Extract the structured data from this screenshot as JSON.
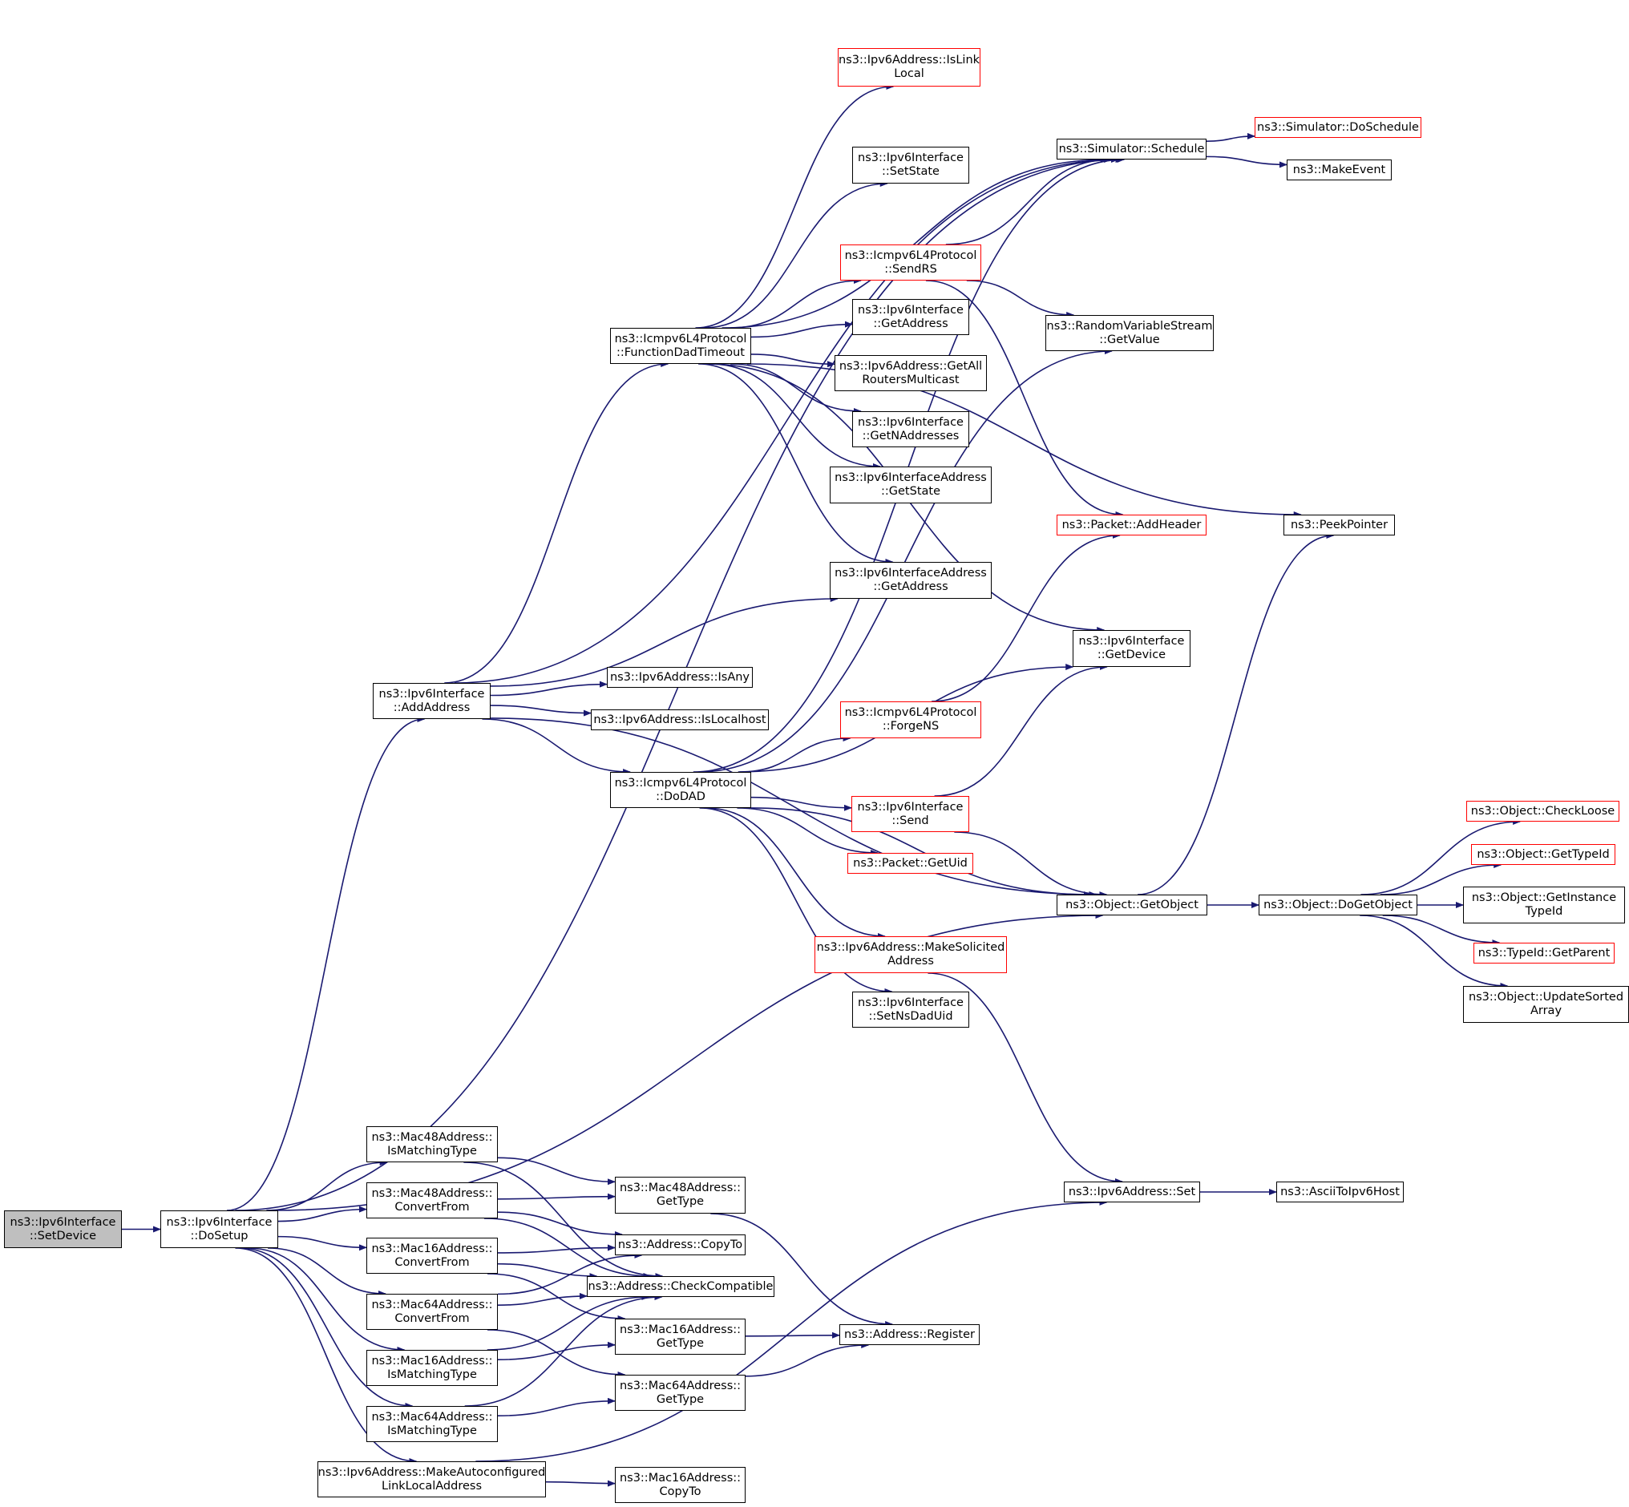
{
  "diagram": {
    "edge_color": "#191970",
    "colors": {
      "default_border": "#000000",
      "truncated_border": "#ff0000",
      "root_fill": "#bfbfbf"
    },
    "nodes": {
      "set_device": {
        "lines": [
          "ns3::Ipv6Interface",
          "::SetDevice"
        ],
        "style": "root"
      },
      "do_setup": {
        "lines": [
          "ns3::Ipv6Interface",
          "::DoSetup"
        ],
        "style": "normal"
      },
      "add_address": {
        "lines": [
          "ns3::Ipv6Interface",
          "::AddAddress"
        ],
        "style": "normal"
      },
      "function_dad_timeout": {
        "lines": [
          "ns3::Icmpv6L4Protocol",
          "::FunctionDadTimeout"
        ],
        "style": "normal"
      },
      "do_dad": {
        "lines": [
          "ns3::Icmpv6L4Protocol",
          "::DoDAD"
        ],
        "style": "normal"
      },
      "is_link_local": {
        "lines": [
          "ns3::Ipv6Address::IsLink",
          "Local"
        ],
        "style": "red"
      },
      "if_set_state": {
        "lines": [
          "ns3::Ipv6Interface",
          "::SetState"
        ],
        "style": "normal"
      },
      "send_rs": {
        "lines": [
          "ns3::Icmpv6L4Protocol",
          "::SendRS"
        ],
        "style": "red"
      },
      "if_get_address": {
        "lines": [
          "ns3::Ipv6Interface",
          "::GetAddress"
        ],
        "style": "normal"
      },
      "get_all_routers": {
        "lines": [
          "ns3::Ipv6Address::GetAll",
          "RoutersMulticast"
        ],
        "style": "normal"
      },
      "get_n_addresses": {
        "lines": [
          "ns3::Ipv6Interface",
          "::GetNAddresses"
        ],
        "style": "normal"
      },
      "ifaddr_get_state": {
        "lines": [
          "ns3::Ipv6InterfaceAddress",
          "::GetState"
        ],
        "style": "normal"
      },
      "ifaddr_get_address": {
        "lines": [
          "ns3::Ipv6InterfaceAddress",
          "::GetAddress"
        ],
        "style": "normal"
      },
      "is_any": {
        "lines": [
          "ns3::Ipv6Address::IsAny"
        ],
        "style": "normal"
      },
      "is_localhost": {
        "lines": [
          "ns3::Ipv6Address::IsLocalhost"
        ],
        "style": "normal"
      },
      "forge_ns": {
        "lines": [
          "ns3::Icmpv6L4Protocol",
          "::ForgeNS"
        ],
        "style": "red"
      },
      "if_send": {
        "lines": [
          "ns3::Ipv6Interface",
          "::Send"
        ],
        "style": "red"
      },
      "packet_get_uid": {
        "lines": [
          "ns3::Packet::GetUid"
        ],
        "style": "red"
      },
      "make_solicited": {
        "lines": [
          "ns3::Ipv6Address::MakeSolicited",
          "Address"
        ],
        "style": "red"
      },
      "set_ns_dad_uid": {
        "lines": [
          "ns3::Ipv6Interface",
          "::SetNsDadUid"
        ],
        "style": "normal"
      },
      "schedule": {
        "lines": [
          "ns3::Simulator::Schedule"
        ],
        "style": "normal"
      },
      "do_schedule": {
        "lines": [
          "ns3::Simulator::DoSchedule"
        ],
        "style": "red"
      },
      "make_event": {
        "lines": [
          "ns3::MakeEvent"
        ],
        "style": "normal"
      },
      "rvs_get_value": {
        "lines": [
          "ns3::RandomVariableStream",
          "::GetValue"
        ],
        "style": "normal"
      },
      "add_header": {
        "lines": [
          "ns3::Packet::AddHeader"
        ],
        "style": "red"
      },
      "peek_pointer": {
        "lines": [
          "ns3::PeekPointer"
        ],
        "style": "normal"
      },
      "if_get_device": {
        "lines": [
          "ns3::Ipv6Interface",
          "::GetDevice"
        ],
        "style": "normal"
      },
      "get_object": {
        "lines": [
          "ns3::Object::GetObject"
        ],
        "style": "normal"
      },
      "do_get_object": {
        "lines": [
          "ns3::Object::DoGetObject"
        ],
        "style": "normal"
      },
      "check_loose": {
        "lines": [
          "ns3::Object::CheckLoose"
        ],
        "style": "red"
      },
      "obj_get_type_id": {
        "lines": [
          "ns3::Object::GetTypeId"
        ],
        "style": "red"
      },
      "get_instance_type_id": {
        "lines": [
          "ns3::Object::GetInstance",
          "TypeId"
        ],
        "style": "normal"
      },
      "type_id_get_parent": {
        "lines": [
          "ns3::TypeId::GetParent"
        ],
        "style": "red"
      },
      "update_sorted_array": {
        "lines": [
          "ns3::Object::UpdateSorted",
          "Array"
        ],
        "style": "normal"
      },
      "ipv6_set": {
        "lines": [
          "ns3::Ipv6Address::Set"
        ],
        "style": "normal"
      },
      "ascii_to_ipv6_host": {
        "lines": [
          "ns3::AsciiToIpv6Host"
        ],
        "style": "normal"
      },
      "mac48_is_matching": {
        "lines": [
          "ns3::Mac48Address::",
          "IsMatchingType"
        ],
        "style": "normal"
      },
      "mac48_convert_from": {
        "lines": [
          "ns3::Mac48Address::",
          "ConvertFrom"
        ],
        "style": "normal"
      },
      "mac16_convert_from": {
        "lines": [
          "ns3::Mac16Address::",
          "ConvertFrom"
        ],
        "style": "normal"
      },
      "mac64_convert_from": {
        "lines": [
          "ns3::Mac64Address::",
          "ConvertFrom"
        ],
        "style": "normal"
      },
      "mac16_is_matching": {
        "lines": [
          "ns3::Mac16Address::",
          "IsMatchingType"
        ],
        "style": "normal"
      },
      "mac64_is_matching": {
        "lines": [
          "ns3::Mac64Address::",
          "IsMatchingType"
        ],
        "style": "normal"
      },
      "make_autoconfigured": {
        "lines": [
          "ns3::Ipv6Address::MakeAutoconfigured",
          "LinkLocalAddress"
        ],
        "style": "normal"
      },
      "mac48_get_type": {
        "lines": [
          "ns3::Mac48Address::",
          "GetType"
        ],
        "style": "normal"
      },
      "address_copy_to": {
        "lines": [
          "ns3::Address::CopyTo"
        ],
        "style": "normal"
      },
      "check_compatible": {
        "lines": [
          "ns3::Address::CheckCompatible"
        ],
        "style": "normal"
      },
      "mac16_get_type": {
        "lines": [
          "ns3::Mac16Address::",
          "GetType"
        ],
        "style": "normal"
      },
      "mac64_get_type": {
        "lines": [
          "ns3::Mac64Address::",
          "GetType"
        ],
        "style": "normal"
      },
      "address_register": {
        "lines": [
          "ns3::Address::Register"
        ],
        "style": "normal"
      },
      "mac16_copy_to": {
        "lines": [
          "ns3::Mac16Address::",
          "CopyTo"
        ],
        "style": "normal"
      }
    },
    "edges": [
      [
        "set_device",
        "do_setup"
      ],
      [
        "do_setup",
        "add_address"
      ],
      [
        "do_setup",
        "schedule"
      ],
      [
        "do_setup",
        "get_object"
      ],
      [
        "do_setup",
        "mac48_is_matching"
      ],
      [
        "do_setup",
        "mac48_convert_from"
      ],
      [
        "do_setup",
        "mac16_convert_from"
      ],
      [
        "do_setup",
        "mac64_convert_from"
      ],
      [
        "do_setup",
        "mac16_is_matching"
      ],
      [
        "do_setup",
        "mac64_is_matching"
      ],
      [
        "do_setup",
        "make_autoconfigured"
      ],
      [
        "add_address",
        "function_dad_timeout"
      ],
      [
        "add_address",
        "do_dad"
      ],
      [
        "add_address",
        "schedule"
      ],
      [
        "add_address",
        "ifaddr_get_address"
      ],
      [
        "add_address",
        "is_any"
      ],
      [
        "add_address",
        "is_localhost"
      ],
      [
        "add_address",
        "get_object"
      ],
      [
        "function_dad_timeout",
        "is_link_local"
      ],
      [
        "function_dad_timeout",
        "schedule"
      ],
      [
        "function_dad_timeout",
        "if_set_state"
      ],
      [
        "function_dad_timeout",
        "peek_pointer"
      ],
      [
        "function_dad_timeout",
        "send_rs"
      ],
      [
        "function_dad_timeout",
        "if_get_address"
      ],
      [
        "function_dad_timeout",
        "get_all_routers"
      ],
      [
        "function_dad_timeout",
        "get_n_addresses"
      ],
      [
        "function_dad_timeout",
        "ifaddr_get_state"
      ],
      [
        "function_dad_timeout",
        "ifaddr_get_address"
      ],
      [
        "function_dad_timeout",
        "if_get_device"
      ],
      [
        "send_rs",
        "schedule"
      ],
      [
        "send_rs",
        "rvs_get_value"
      ],
      [
        "send_rs",
        "add_header"
      ],
      [
        "do_dad",
        "schedule"
      ],
      [
        "do_dad",
        "rvs_get_value"
      ],
      [
        "do_dad",
        "forge_ns"
      ],
      [
        "do_dad",
        "if_get_device"
      ],
      [
        "do_dad",
        "if_send"
      ],
      [
        "do_dad",
        "packet_get_uid"
      ],
      [
        "do_dad",
        "get_object"
      ],
      [
        "do_dad",
        "make_solicited"
      ],
      [
        "do_dad",
        "set_ns_dad_uid"
      ],
      [
        "forge_ns",
        "add_header"
      ],
      [
        "if_send",
        "if_get_device"
      ],
      [
        "if_send",
        "get_object"
      ],
      [
        "make_solicited",
        "ipv6_set"
      ],
      [
        "schedule",
        "do_schedule"
      ],
      [
        "schedule",
        "make_event"
      ],
      [
        "get_object",
        "peek_pointer"
      ],
      [
        "get_object",
        "do_get_object"
      ],
      [
        "do_get_object",
        "check_loose"
      ],
      [
        "do_get_object",
        "obj_get_type_id"
      ],
      [
        "do_get_object",
        "get_instance_type_id"
      ],
      [
        "do_get_object",
        "type_id_get_parent"
      ],
      [
        "do_get_object",
        "update_sorted_array"
      ],
      [
        "ipv6_set",
        "ascii_to_ipv6_host"
      ],
      [
        "mac48_is_matching",
        "mac48_get_type"
      ],
      [
        "mac48_is_matching",
        "check_compatible"
      ],
      [
        "mac48_convert_from",
        "mac48_get_type"
      ],
      [
        "mac48_convert_from",
        "address_copy_to"
      ],
      [
        "mac48_convert_from",
        "check_compatible"
      ],
      [
        "mac16_convert_from",
        "address_copy_to"
      ],
      [
        "mac16_convert_from",
        "check_compatible"
      ],
      [
        "mac16_convert_from",
        "mac16_get_type"
      ],
      [
        "mac64_convert_from",
        "address_copy_to"
      ],
      [
        "mac64_convert_from",
        "check_compatible"
      ],
      [
        "mac64_convert_from",
        "mac64_get_type"
      ],
      [
        "mac16_is_matching",
        "check_compatible"
      ],
      [
        "mac16_is_matching",
        "mac16_get_type"
      ],
      [
        "mac64_is_matching",
        "check_compatible"
      ],
      [
        "mac64_is_matching",
        "mac64_get_type"
      ],
      [
        "make_autoconfigured",
        "ipv6_set"
      ],
      [
        "make_autoconfigured",
        "mac16_copy_to"
      ],
      [
        "mac48_get_type",
        "address_register"
      ],
      [
        "mac16_get_type",
        "address_register"
      ],
      [
        "mac64_get_type",
        "address_register"
      ]
    ]
  }
}
